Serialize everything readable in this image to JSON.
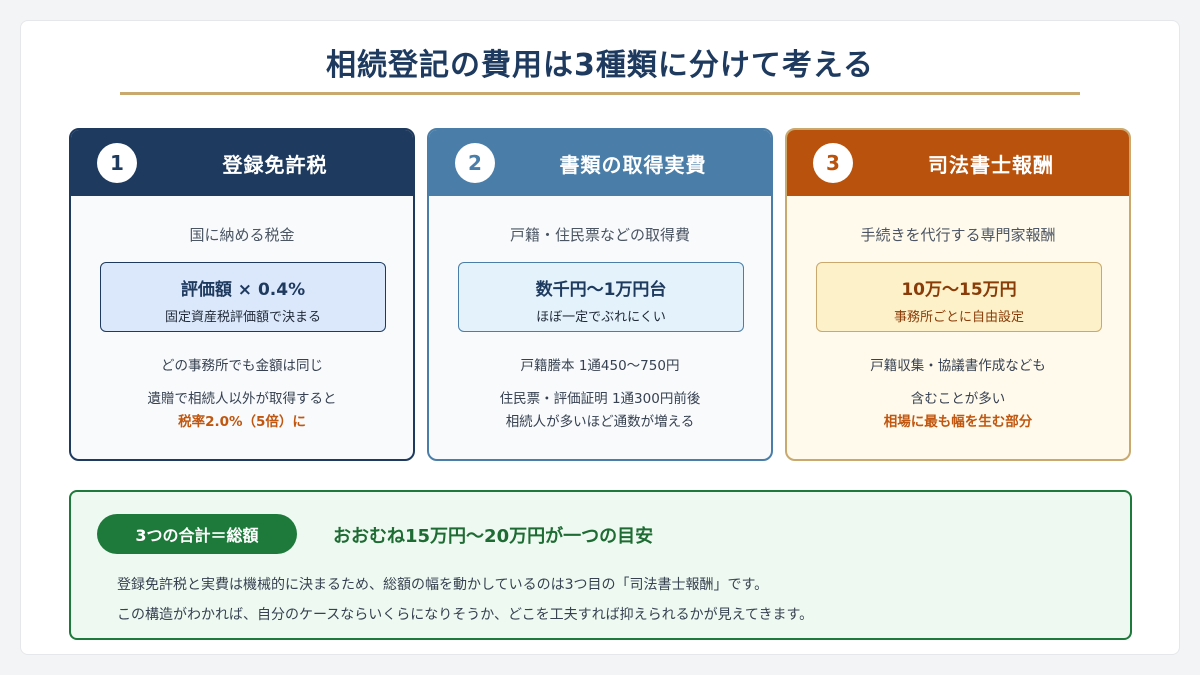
{
  "title": "相続登記の費用は3種類に分けて考える",
  "colors": {
    "navy": "#1e3a5f",
    "steel_blue": "#4a7ea8",
    "orange": "#b8520c",
    "gold": "#c9a96e",
    "green": "#1e7a3a"
  },
  "cards": [
    {
      "number": "1",
      "title": "登録免許税",
      "subtitle": "国に納める税金",
      "box_main": "評価額 × 0.4%",
      "box_sub": "固定資産税評価額で決まる",
      "line1": "どの事務所でも金額は同じ",
      "line2": "遺贈で相続人以外が取得すると",
      "line3": "税率2.0%（5倍）に"
    },
    {
      "number": "2",
      "title": "書類の取得実費",
      "subtitle": "戸籍・住民票などの取得費",
      "box_main": "数千円〜1万円台",
      "box_sub": "ほぼ一定でぶれにくい",
      "line1": "戸籍謄本 1通450〜750円",
      "line2": "住民票・評価証明 1通300円前後",
      "line3": "相続人が多いほど通数が増える"
    },
    {
      "number": "3",
      "title": "司法書士報酬",
      "subtitle": "手続きを代行する専門家報酬",
      "box_main": "10万〜15万円",
      "box_sub": "事務所ごとに自由設定",
      "line1": "戸籍収集・協議書作成なども",
      "line2": "含むことが多い",
      "line3": "相場に最も幅を生む部分"
    }
  ],
  "summary": {
    "pill": "3つの合計＝総額",
    "headline": "おおむね15万円〜20万円が一つの目安",
    "paragraph1": "登録免許税と実費は機械的に決まるため、総額の幅を動かしているのは3つ目の「司法書士報酬」です。",
    "paragraph2": "この構造がわかれば、自分のケースならいくらになりそうか、どこを工夫すれば抑えられるかが見えてきます。"
  }
}
